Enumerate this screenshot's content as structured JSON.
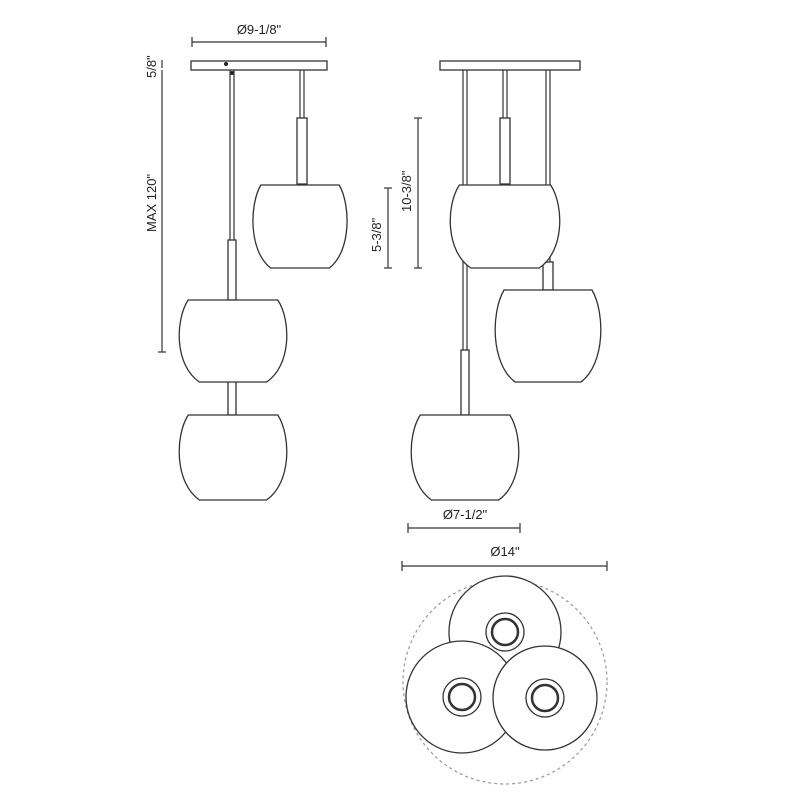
{
  "dimensions": {
    "canopy_width": "Ø9-1/8\"",
    "canopy_height": "5/8\"",
    "max_height": "MAX 120\"",
    "shade_height": "5-3/8\"",
    "overall_shade_drop": "10-3/8\"",
    "shade_diameter": "Ø7-1/2\"",
    "overall_diameter": "Ø14\""
  },
  "colors": {
    "line": "#333333",
    "background": "#ffffff",
    "dashed_circle": "#999999"
  }
}
